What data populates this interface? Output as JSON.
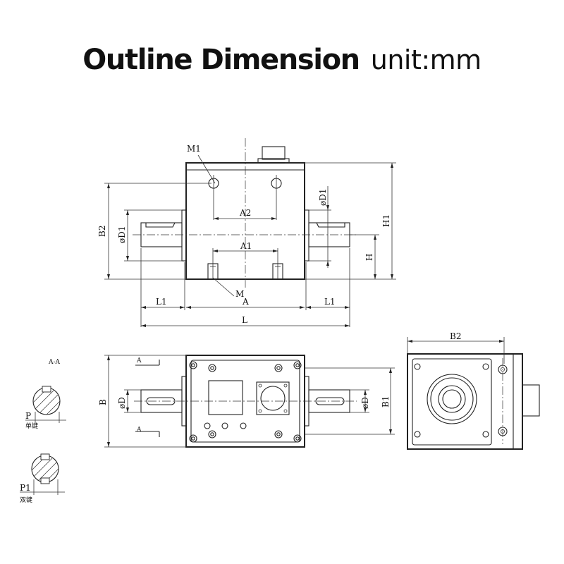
{
  "title": {
    "main": "Outline Dimension",
    "unit": "unit:mm"
  },
  "front_view": {
    "labels": {
      "M1": "M1",
      "A2": "A2",
      "A1": "A1",
      "M": "M",
      "A": "A",
      "L1_left": "L1",
      "L1_right": "L1",
      "L": "L",
      "B2": "B2",
      "D1_left": "øD1",
      "D1_right": "øD1",
      "H1": "H1",
      "H": "H"
    }
  },
  "top_view": {
    "labels": {
      "B": "B",
      "D_left": "øD",
      "D_right": "øD",
      "B1": "B1",
      "section_top": "A",
      "section_bottom": "A"
    }
  },
  "side_view": {
    "labels": {
      "B2": "B2"
    }
  },
  "section_view": {
    "labels": {
      "title": "A-A",
      "P": "P",
      "P_note": "单键",
      "P1": "P1",
      "P1_note": "双键"
    }
  }
}
